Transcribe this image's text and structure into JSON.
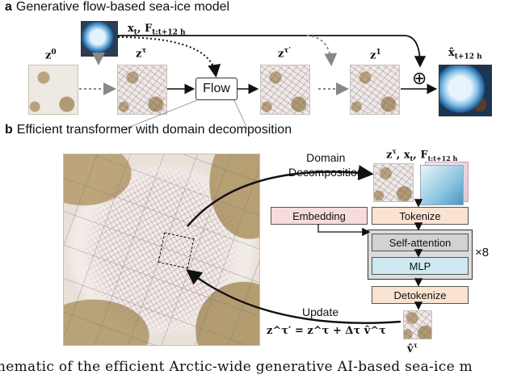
{
  "panel_a": {
    "letter": "a",
    "title": "Generative flow-based sea-ice model",
    "z0": "z",
    "z0_sup": "0",
    "ztau": "z",
    "ztau_sup": "τ",
    "ztau_prime": "z",
    "ztau_prime_sup": "τ′",
    "z1": "z",
    "z1_sup": "1",
    "cond_label": "x",
    "cond_sub": "t",
    "forcing_label": ", F",
    "forcing_sub": "t:t+12 h",
    "flow": "Flow",
    "output_label": "x̂",
    "output_sub": "t+12 h",
    "plus": "⊕"
  },
  "panel_b": {
    "letter": "b",
    "title": "Efficient transformer with domain decomposition",
    "domain_decomposition_line1": "Domain",
    "domain_decomposition_line2": "Decomposition",
    "inputs_label": "z",
    "inputs_sup": "τ",
    "inputs_rest": ", x",
    "inputs_sub_t": "t",
    "inputs_F": ", F",
    "inputs_sub_F": "t:t+12 h",
    "embedding": "Embedding",
    "tokenize": "Tokenize",
    "self_attention": "Self-attention",
    "mlp": "MLP",
    "repeat": "×8",
    "detokenize": "Detokenize",
    "update": "Update",
    "equation": "z^τ′ = z^τ + Δτ v̂^τ",
    "vhat": "v̂",
    "vhat_sup": "τ"
  },
  "caption": "hematic of the efficient Arctic-wide generative AI-based sea-ice m"
}
